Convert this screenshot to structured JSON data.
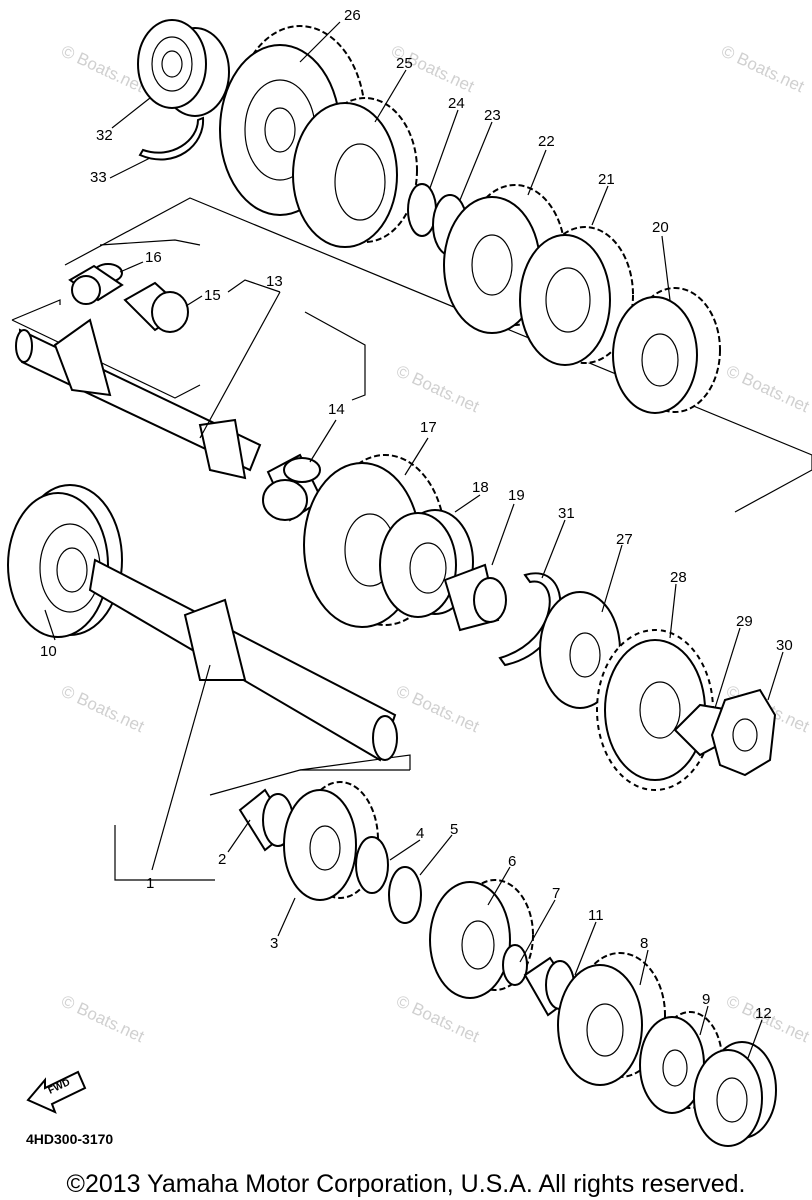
{
  "diagram": {
    "drawing_code": "4HD300-3170",
    "copyright": "©2013 Yamaha Motor Corporation, U.S.A. All rights reserved.",
    "watermark_text": "© Boats.net",
    "fwd_label": "FWD",
    "colors": {
      "line": "#000000",
      "background": "#ffffff",
      "watermark": "#d0d0d0"
    },
    "callouts": [
      "1",
      "2",
      "3",
      "4",
      "5",
      "6",
      "7",
      "8",
      "9",
      "10",
      "11",
      "12",
      "13",
      "14",
      "15",
      "16",
      "17",
      "18",
      "19",
      "20",
      "21",
      "22",
      "23",
      "24",
      "25",
      "26",
      "27",
      "28",
      "29",
      "30",
      "31",
      "32",
      "33"
    ]
  }
}
